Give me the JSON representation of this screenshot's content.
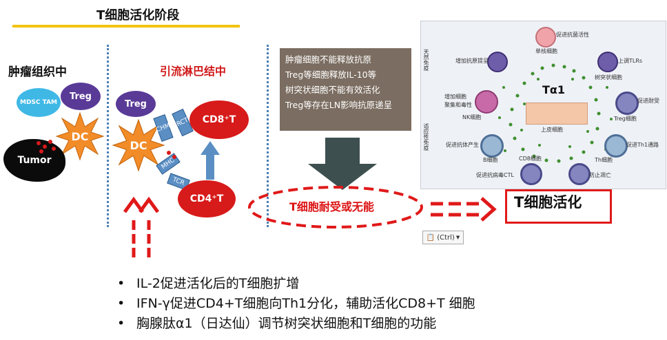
{
  "title": "T细胞活化阶段",
  "left_section": {
    "heading": "肿瘤组织中",
    "cells": {
      "mdsc": "MDSC TAM",
      "treg": "Treg",
      "dc": "DC",
      "tumor": "Tumor"
    }
  },
  "middle_section": {
    "heading": "引流淋巴结中",
    "cells": {
      "treg": "Treg",
      "dc": "DC",
      "cd8": "CD8⁺T",
      "cd4": "CD4⁺T"
    },
    "receptors": {
      "chm": "CHM",
      "rct": "RCT",
      "mhc": "MHC",
      "tcr": "TCR"
    }
  },
  "info_box": {
    "lines": [
      "肿瘤细胞不能释放抗原",
      "Treg等细胞释放IL-10等",
      "树突状细胞不能有效活化",
      "Treg等存在LN影响抗原递呈"
    ]
  },
  "ta1_panel": {
    "center": "Tα1",
    "side_labels": [
      "天然免疫",
      "适应性免疫"
    ],
    "epithelium": "上皮细胞",
    "labels": [
      "促进抗菌活性",
      "单核细胞",
      "增加抗原提呈",
      "上调TLRs",
      "树突状细胞",
      "增加细胞",
      "聚集和毒性",
      "NK细胞",
      "促进耐受",
      "Treg细胞",
      "促进抗体产生",
      "B细胞",
      "促进Th1通路",
      "Th细胞",
      "CD8细胞",
      "促进抗病毒CTL",
      "防止凋亡"
    ]
  },
  "middle_label": "T细胞耐受或无能",
  "result_label": "T细胞活化",
  "paste_button": "(Ctrl)",
  "bullets": [
    "IL-2促进活化后的T细胞扩增",
    "IFN-γ促进CD4+T细胞向Th1分化，辅助活化CD8+T 细胞",
    "胸腺肽α1（日达仙）调节树突状细胞和T细胞的功能"
  ],
  "colors": {
    "accent_red": "#e01919",
    "treg_purple": "#5a3a97",
    "dc_orange": "#f28c28",
    "info_bg": "#7b6d61",
    "arrow_dark": "#3e4f4f"
  }
}
